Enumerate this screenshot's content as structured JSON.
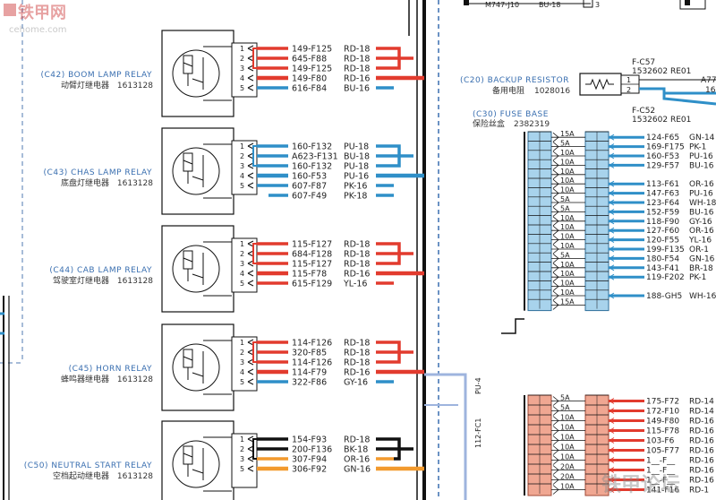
{
  "colors": {
    "RD": "#e23b2e",
    "BU": "#2f8fc8",
    "PU": "#2f8fc8",
    "OR": "#f29a2e",
    "BK": "#111111",
    "GN": "#2f8fc8",
    "GY": "#2f8fc8",
    "PK": "#2f8fc8",
    "YL": "#e23b2e",
    "WH": "#2f8fc8",
    "BR": "#2f8fc8"
  },
  "watermark": {
    "brand": "铁甲网",
    "site": "cehome.com",
    "bottom": "铁甲论坛"
  },
  "top_wire": {
    "name": "M747-J10",
    "code": "BU-18",
    "pin": "3"
  },
  "relays": [
    {
      "label": "(C42) BOOM LAMP RELAY",
      "cn": "动臂灯继电器",
      "part": "1613128",
      "wires": [
        {
          "pin": "1",
          "name": "149-F125",
          "code": "RD-18",
          "c": "RD"
        },
        {
          "pin": "2",
          "name": "645-F88",
          "code": "RD-18",
          "c": "RD"
        },
        {
          "pin": "3",
          "name": "149-F125",
          "code": "RD-18",
          "c": "RD"
        },
        {
          "pin": "4",
          "name": "149-F80",
          "code": "RD-16",
          "c": "RD"
        },
        {
          "pin": "5",
          "name": "616-F84",
          "code": "BU-16",
          "c": "BU"
        }
      ]
    },
    {
      "label": "(C43) CHAS LAMP RELAY",
      "cn": "底盘灯继电器",
      "part": "1613128",
      "wires": [
        {
          "pin": "1",
          "name": "160-F132",
          "code": "PU-18",
          "c": "PU"
        },
        {
          "pin": "2",
          "name": "A623-F131",
          "code": "BU-18",
          "c": "BU"
        },
        {
          "pin": "3",
          "name": "160-F132",
          "code": "PU-18",
          "c": "PU"
        },
        {
          "pin": "4",
          "name": "160-F53",
          "code": "PU-16",
          "c": "PU"
        },
        {
          "pin": "5",
          "name": "607-F87",
          "code": "PK-16",
          "c": "PK"
        },
        {
          "pin": "",
          "name": "607-F49",
          "code": "PK-18",
          "c": "PK"
        }
      ]
    },
    {
      "label": "(C44) CAB LAMP RELAY",
      "cn": "驾驶室灯继电器",
      "part": "1613128",
      "wires": [
        {
          "pin": "1",
          "name": "115-F127",
          "code": "RD-18",
          "c": "RD"
        },
        {
          "pin": "2",
          "name": "684-F128",
          "code": "RD-18",
          "c": "RD"
        },
        {
          "pin": "3",
          "name": "115-F127",
          "code": "RD-18",
          "c": "RD"
        },
        {
          "pin": "4",
          "name": "115-F78",
          "code": "RD-16",
          "c": "RD"
        },
        {
          "pin": "5",
          "name": "615-F129",
          "code": "YL-16",
          "c": "YL"
        }
      ]
    },
    {
      "label": "(C45) HORN RELAY",
      "cn": "蜂鸣器继电器",
      "part": "1613128",
      "wires": [
        {
          "pin": "1",
          "name": "114-F126",
          "code": "RD-18",
          "c": "RD"
        },
        {
          "pin": "2",
          "name": "320-F85",
          "code": "RD-18",
          "c": "RD"
        },
        {
          "pin": "3",
          "name": "114-F126",
          "code": "RD-18",
          "c": "RD"
        },
        {
          "pin": "4",
          "name": "114-F79",
          "code": "RD-16",
          "c": "RD"
        },
        {
          "pin": "5",
          "name": "322-F86",
          "code": "GY-16",
          "c": "GY"
        }
      ]
    },
    {
      "label": "(C50) NEUTRAL START RELAY",
      "cn": "空档起动继电器",
      "part": "1613128",
      "wires": [
        {
          "pin": "1",
          "name": "154-F93",
          "code": "RD-18",
          "c": "BK"
        },
        {
          "pin": "2",
          "name": "200-F136",
          "code": "BK-18",
          "c": "BK"
        },
        {
          "pin": "3",
          "name": "307-F94",
          "code": "OR-16",
          "c": "OR"
        },
        {
          "pin": "5",
          "name": "306-F92",
          "code": "GN-16",
          "c": "OR"
        }
      ]
    }
  ],
  "backup_resistor": {
    "label": "(C20) BACKUP RESISTOR",
    "cn": "备用电阻",
    "part": "1028016",
    "conn_top": "F-C57",
    "part_top": "1532602 RE01",
    "conn_bottom": "F-C52",
    "part_bottom": "1532602 RE01",
    "pin1": "1",
    "pin2": "2",
    "wire_top": "A77",
    "wire_mid": "16"
  },
  "fuse_base": {
    "label": "(C30) FUSE BASE",
    "cn": "保险丝盒",
    "part": "2382319",
    "ratings": [
      "15A",
      "5A",
      "10A",
      "10A",
      "10A",
      "10A",
      "10A",
      "5A",
      "5A",
      "10A",
      "10A",
      "10A",
      "10A",
      "5A",
      "10A",
      "10A",
      "10A",
      "10A",
      "15A"
    ],
    "wires": [
      {
        "name": "124-F65",
        "code": "GN-14"
      },
      {
        "name": "169-F175",
        "code": "PK-1"
      },
      {
        "name": "160-F53",
        "code": "PU-16"
      },
      {
        "name": "129-F57",
        "code": "BU-16"
      },
      {
        "name": "",
        "code": ""
      },
      {
        "name": "113-F61",
        "code": "OR-16"
      },
      {
        "name": "147-F63",
        "code": "PU-16"
      },
      {
        "name": "123-F64",
        "code": "WH-18"
      },
      {
        "name": "152-F59",
        "code": "BU-16"
      },
      {
        "name": "118-F90",
        "code": "GY-16"
      },
      {
        "name": "127-F60",
        "code": "OR-16"
      },
      {
        "name": "120-F55",
        "code": "YL-16"
      },
      {
        "name": "199-F135",
        "code": "OR-1"
      },
      {
        "name": "180-F54",
        "code": "GN-16"
      },
      {
        "name": "143-F41",
        "code": "BR-18"
      },
      {
        "name": "119-F202",
        "code": "PK-1"
      },
      {
        "name": "",
        "code": ""
      },
      {
        "name": "188-GH5",
        "code": "WH-16"
      },
      {
        "name": "",
        "code": ""
      }
    ]
  },
  "fuse_base2": {
    "ratings": [
      "5A",
      "5A",
      "10A",
      "10A",
      "10A",
      "10A",
      "10A",
      "20A",
      "20A",
      "10A"
    ],
    "wires": [
      {
        "name": "175-F72",
        "code": "RD-14"
      },
      {
        "name": "172-F10",
        "code": "RD-14"
      },
      {
        "name": "149-F80",
        "code": "RD-16"
      },
      {
        "name": "115-F78",
        "code": "RD-16"
      },
      {
        "name": "103-F6",
        "code": "RD-16"
      },
      {
        "name": "105-F77",
        "code": "RD-16"
      },
      {
        "name": "1__-F__",
        "code": "RD-16"
      },
      {
        "name": "1__-F__",
        "code": "RD-16"
      },
      {
        "name": "1__-F__",
        "code": "RD-16"
      },
      {
        "name": "141-F16",
        "code": "RD-1"
      }
    ]
  },
  "vertical_wire": {
    "label": "112-FC1",
    "code": "PU-4"
  }
}
